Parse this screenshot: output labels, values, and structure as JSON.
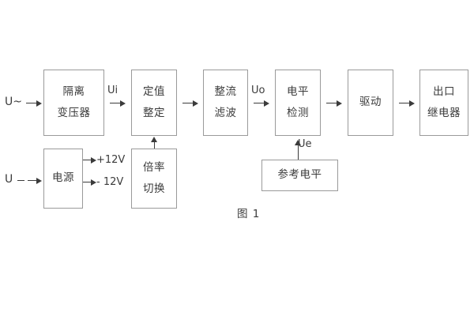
{
  "figure": {
    "caption": "图 1",
    "background_color": "#ffffff",
    "box_border_color": "#9a9a9a",
    "line_color": "#3b3b3b",
    "text_color": "#3b3b3b"
  },
  "blocks": [
    {
      "id": "isolation-transformer",
      "line1": "隔离",
      "line2": "变压器"
    },
    {
      "id": "setpoint-adjust",
      "line1": "定值",
      "line2": "整定"
    },
    {
      "id": "rectify-filter",
      "line1": "整流",
      "line2": "滤波"
    },
    {
      "id": "level-detect",
      "line1": "电平",
      "line2": "检测"
    },
    {
      "id": "drive",
      "line1": "驱动",
      "line2": ""
    },
    {
      "id": "output-relay",
      "line1": "出口",
      "line2": "继电器"
    },
    {
      "id": "power-supply",
      "line1": "电源",
      "line2": ""
    },
    {
      "id": "multiplier-switch",
      "line1": "倍率",
      "line2": "切换"
    },
    {
      "id": "reference-level",
      "line1": "参考电平",
      "line2": ""
    }
  ],
  "signals": {
    "input_ac": "U~",
    "input_dc": "U",
    "ui": "Ui",
    "uo": "Uo",
    "ue": "Ue",
    "rail_positive": "+12V",
    "rail_negative": "- 12V"
  }
}
